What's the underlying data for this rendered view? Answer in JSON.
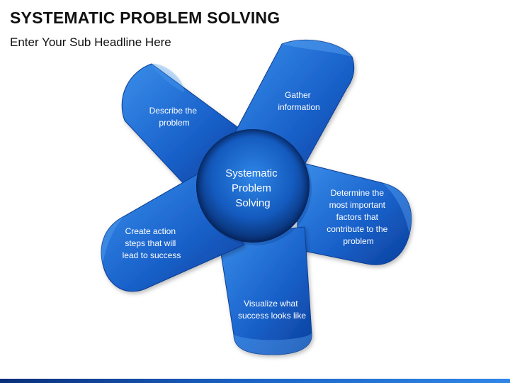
{
  "title": "SYSTEMATIC PROBLEM SOLVING",
  "subtitle": "Enter Your Sub Headline Here",
  "hub": {
    "lines": [
      "Systematic",
      "Problem",
      "Solving"
    ]
  },
  "petals": [
    {
      "id": "gather",
      "lines": [
        "Gather",
        "information"
      ]
    },
    {
      "id": "determine",
      "lines": [
        "Determine the",
        "most important",
        "factors that",
        "contribute to the",
        "problem"
      ]
    },
    {
      "id": "visualize",
      "lines": [
        "Visualize what",
        "success looks like"
      ]
    },
    {
      "id": "create",
      "lines": [
        "Create action",
        "steps that will",
        "lead to success"
      ]
    },
    {
      "id": "describe",
      "lines": [
        "Describe the",
        "problem"
      ]
    }
  ],
  "colors": {
    "petal_light": "#2f86e6",
    "petal_dark": "#0b3f9c",
    "hub_light": "#2a7fe0",
    "hub_dark": "#072c72"
  }
}
